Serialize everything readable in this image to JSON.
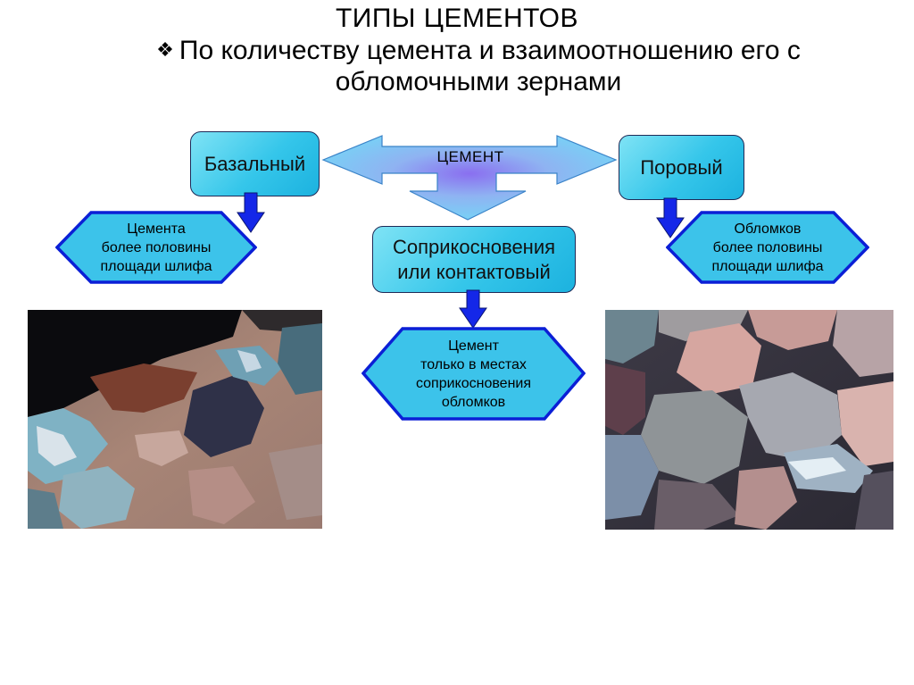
{
  "slide": {
    "title": "ТИПЫ ЦЕМЕНТОВ",
    "bullet_icon": "diamond-bullet-icon",
    "subtitle_line1": "По количеству цемента и взаимоотношению его с",
    "subtitle_line2": "обломочными зернами"
  },
  "diagram": {
    "center_label": "ЦЕМЕНТ",
    "left_type": "Базальный",
    "right_type": "Поровый",
    "middle_type_line1": "Соприкосновения",
    "middle_type_line2": "или контактовый",
    "left_desc": [
      "Цемента",
      "более половины",
      "площади шлифа"
    ],
    "right_desc": [
      "Обломков",
      "более половины",
      "площади шлифа"
    ],
    "middle_desc": [
      "Цемент",
      "только в местах",
      "соприкосновения",
      "обломков"
    ]
  },
  "colors": {
    "box_fill": "#35c6ea",
    "hex_border": "#0b1fd6",
    "down_arrow": "#1427e8",
    "big_arrow_edge": "#73c8f0",
    "big_arrow_center": "#8f7ff2"
  }
}
